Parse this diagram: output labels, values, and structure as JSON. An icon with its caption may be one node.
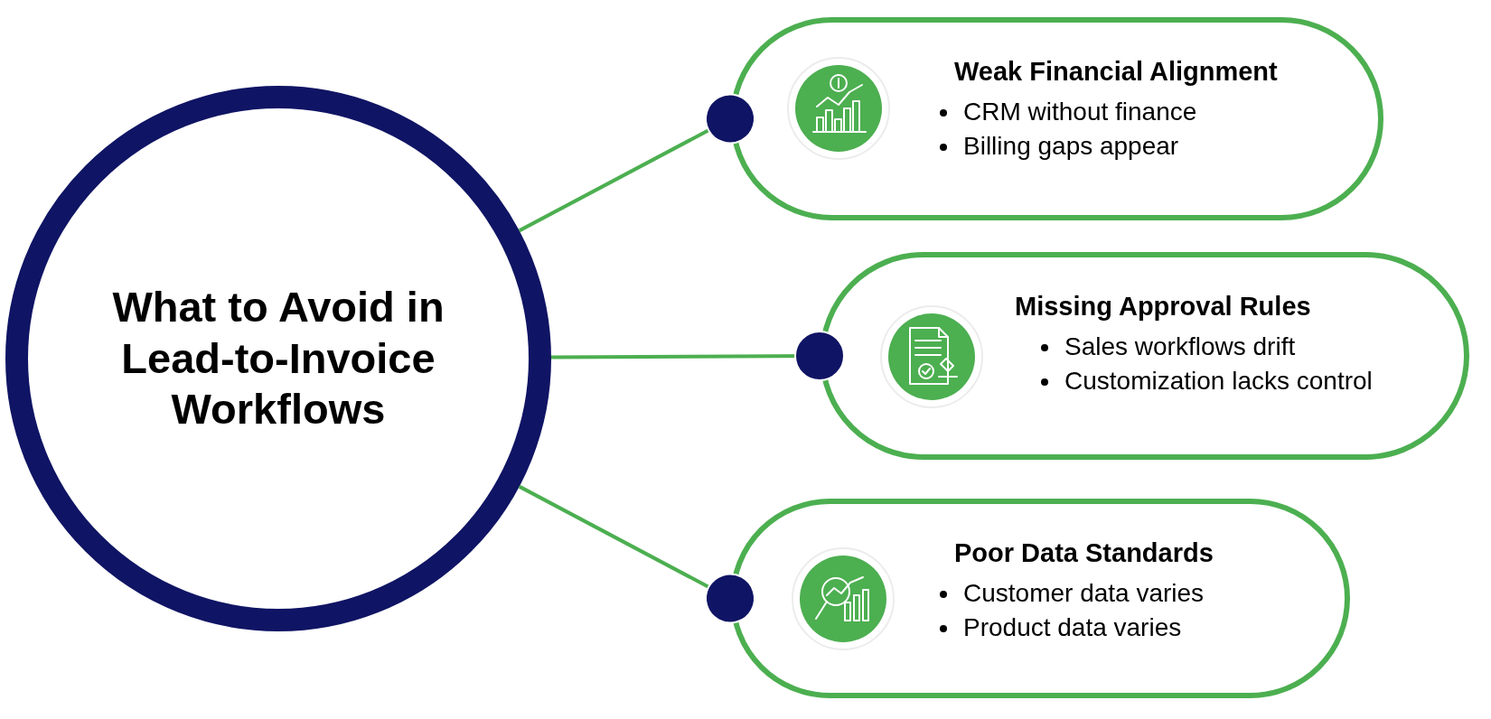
{
  "diagram": {
    "nodes": [
      {
        "text": [
          "What to Avoid in Lead-to-Invoice Workflows"
        ]
      },
      {
        "text": [
          "Weak Financial Alignment",
          "CRM without finance",
          "Billing gaps appear"
        ]
      },
      {
        "text": [
          "Missing Approval Rules",
          "Sales workflows drift",
          "Customization lacks control"
        ]
      },
      {
        "text": [
          "Poor Data Standards",
          "Customer data varies",
          "Product data varies"
        ]
      }
    ],
    "edges": [
      {
        "from": 0,
        "to": 1,
        "arrow": "other"
      },
      {
        "from": 0,
        "to": 2,
        "arrow": "other"
      },
      {
        "from": 0,
        "to": 3,
        "arrow": "other"
      }
    ]
  }
}
